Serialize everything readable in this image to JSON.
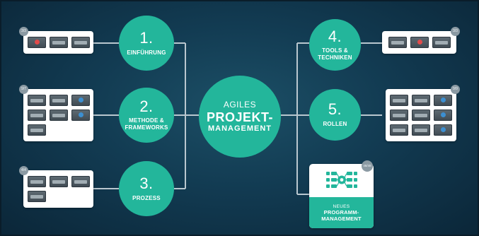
{
  "colors": {
    "accent": "#23b69b",
    "background": "#123b52",
    "connector": "#b9c7cf"
  },
  "center": {
    "line1": "AGILES",
    "line2": "PROJEKT-",
    "line3": "MANAGEMENT"
  },
  "modules": [
    {
      "num": "1.",
      "label": "EINFÜHRUNG",
      "badge": "3/3",
      "thumbs": 3
    },
    {
      "num": "2.",
      "label_line1": "METHODE &",
      "label_line2": "FRAMEWORKS",
      "badge": "9/7",
      "thumbs": 7
    },
    {
      "num": "3.",
      "label": "PROZESS",
      "badge": "4/4",
      "thumbs": 4
    },
    {
      "num": "4.",
      "label_line1": "TOOLS &",
      "label_line2": "TECHNIKEN",
      "badge": "3/3",
      "thumbs": 3
    },
    {
      "num": "5.",
      "label": "ROLLEN",
      "badge": "9/9",
      "thumbs": 9
    }
  ],
  "new_module": {
    "line1": "NEUES",
    "line2": "PROGRAMM-",
    "line3": "MANAGEMENT",
    "badge": "48/48",
    "icon": "program-network-icon"
  }
}
